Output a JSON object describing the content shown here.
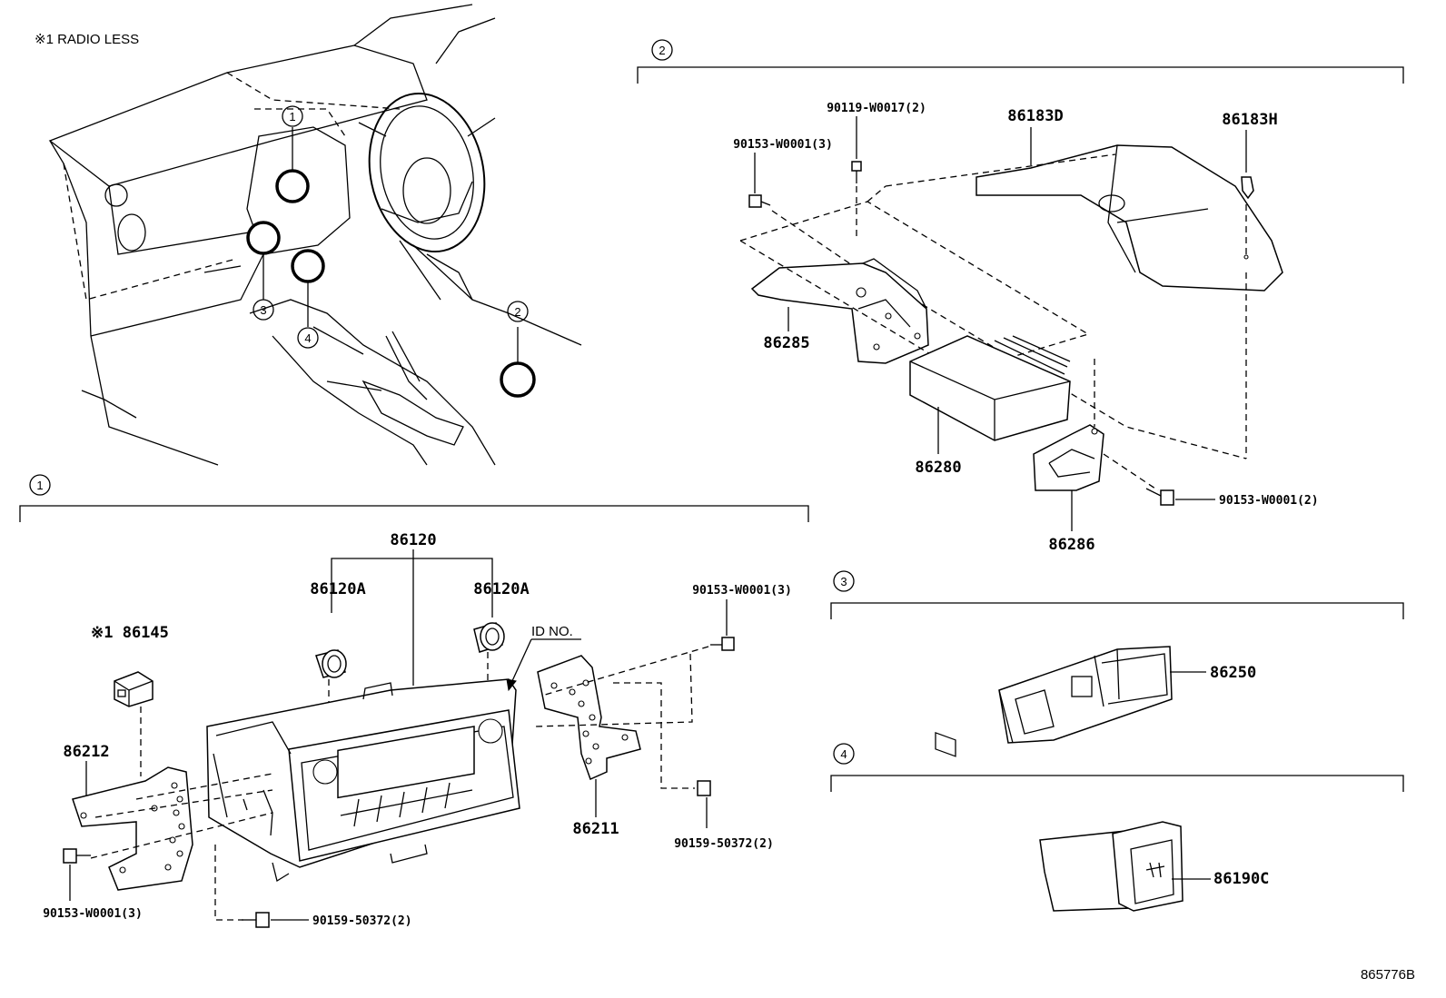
{
  "note": "※1 RADIO LESS",
  "reference_code": "865776B",
  "section_markers": {
    "s1": "1",
    "s2": "2",
    "s3": "3",
    "s4": "4"
  },
  "overview_markers": {
    "m1": "1",
    "m2": "2",
    "m3": "3",
    "m4": "4"
  },
  "section2": {
    "p90119": "90119-W0017(2)",
    "p90153a": "90153-W0001(3)",
    "p86183d": "86183D",
    "p86183h": "86183H",
    "p86285": "86285",
    "p86280": "86280",
    "p86286": "86286",
    "p90153b": "90153-W0001(2)"
  },
  "section1": {
    "p86120": "86120",
    "p86120a_left": "86120A",
    "p86120a_right": "86120A",
    "id_no": "ID NO.",
    "p86145": "※1 86145",
    "p86212": "86212",
    "p86211": "86211",
    "p90153_right": "90153-W0001(3)",
    "p90159_right": "90159-50372(2)",
    "p90153_left": "90153-W0001(3)",
    "p90159_bottom": "90159-50372(2)"
  },
  "section3": {
    "p86250": "86250"
  },
  "section4": {
    "p86190c": "86190C"
  }
}
